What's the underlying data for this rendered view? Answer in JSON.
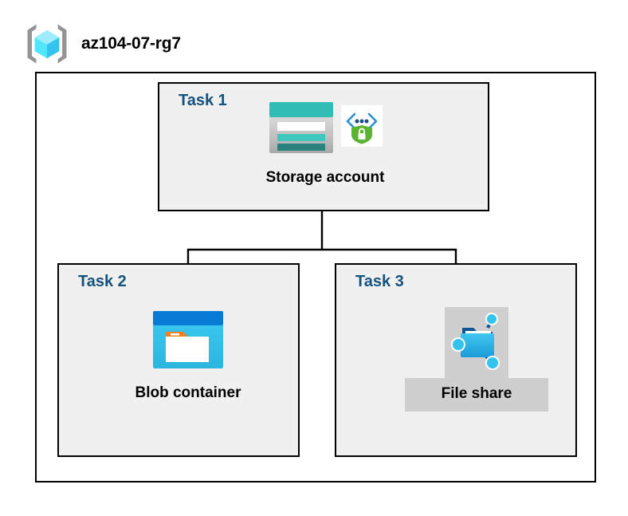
{
  "diagram": {
    "type": "azure-architecture",
    "title": "az104-07-rg7",
    "resource_group": {
      "name": "az104-07-rg7",
      "icon": "azure-resource-group-icon"
    },
    "tasks": [
      {
        "id": "task-1",
        "label": "Task 1",
        "node_caption": "Storage account",
        "icon": "azure-storage-account-icon",
        "badge_icon": "secure-code-shield-icon",
        "highlighted": false
      },
      {
        "id": "task-2",
        "label": "Task 2",
        "node_caption": "Blob container",
        "icon": "azure-blob-container-icon",
        "highlighted": false
      },
      {
        "id": "task-3",
        "label": "Task 3",
        "node_caption": "File share",
        "icon": "azure-file-share-icon",
        "highlighted": true
      }
    ],
    "connections": [
      {
        "from": "Storage account",
        "to": "Blob container"
      },
      {
        "from": "Storage account",
        "to": "File share"
      }
    ],
    "colors": {
      "task_label": "#14537e",
      "box_border": "#000000",
      "task_fill": "#f0f0f0",
      "canvas": "#ffffff",
      "highlight": "#cfcfcf",
      "storage_teal": "#31bdb4",
      "storage_teal_dark": "#2a827c",
      "blob_blue": "#0a7bd4",
      "blob_cyan": "#32c3ef",
      "blob_orange": "#f08122",
      "shield_green": "#5bb431",
      "cube_cyan": "#50e6ff",
      "bracket_gray": "#949494"
    }
  }
}
